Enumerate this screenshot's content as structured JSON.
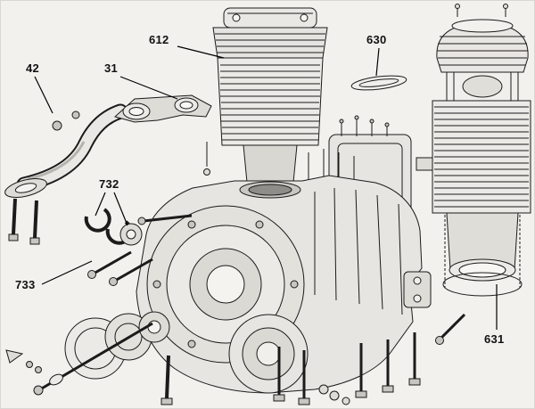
{
  "diagram": {
    "labels": [
      {
        "text": "612"
      },
      {
        "text": "42"
      },
      {
        "text": "31"
      },
      {
        "text": "630"
      },
      {
        "text": "732"
      },
      {
        "text": "733"
      },
      {
        "text": "631"
      }
    ]
  },
  "colors": {
    "background": "#f2f1ee",
    "line": "#1b1b1b",
    "label_text": "#111111"
  }
}
